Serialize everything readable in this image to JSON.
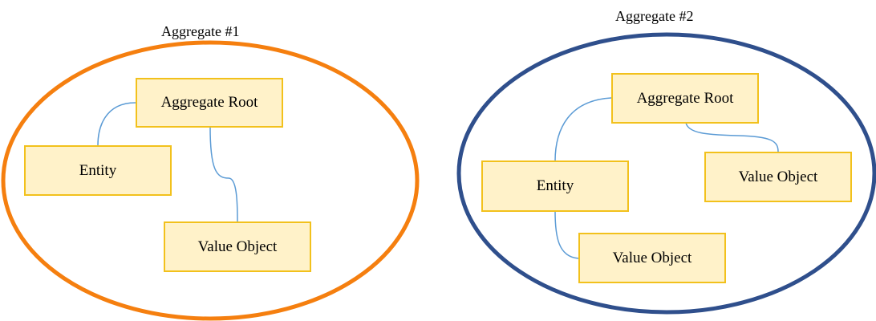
{
  "colors": {
    "aggregate_1_ring": "#f57f0f",
    "aggregate_2_ring": "#2f4f8c",
    "node_fill": "#fff2c9",
    "node_border": "#f2c11c",
    "connector": "#5b9bd5"
  },
  "aggregate_1": {
    "title": "Aggregate #1",
    "root": "Aggregate Root",
    "entity": "Entity",
    "value_object": "Value Object"
  },
  "aggregate_2": {
    "title": "Aggregate #2",
    "root": "Aggregate Root",
    "entity": "Entity",
    "value_object_right": "Value Object",
    "value_object_bottom": "Value Object"
  }
}
